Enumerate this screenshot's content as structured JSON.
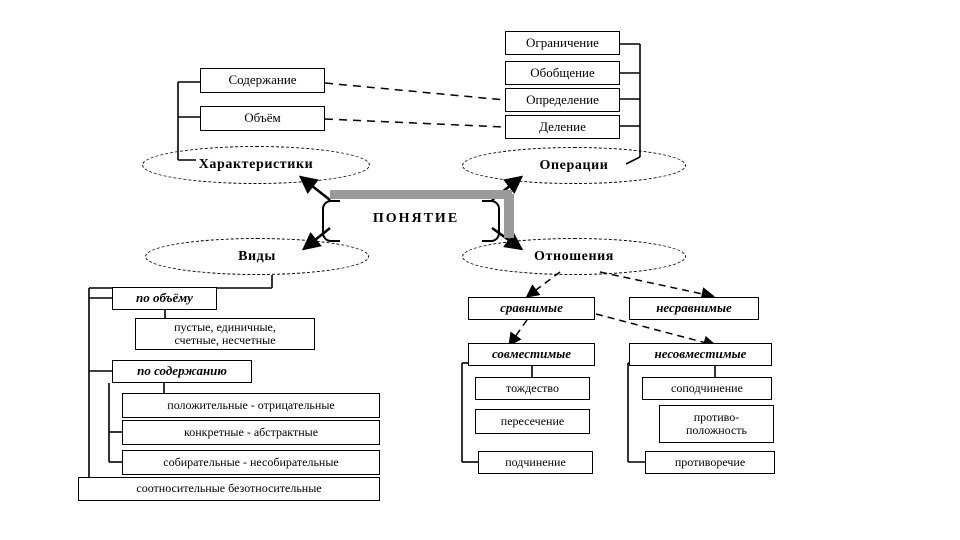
{
  "diagram": {
    "title": "ПОНЯТИЕ",
    "center": {
      "label": "ПОНЯТИЕ"
    },
    "attribute_boxes": [
      {
        "id": "soderzhanie",
        "label": "Содержание"
      },
      {
        "id": "obyom",
        "label": "Объём"
      }
    ],
    "operation_boxes": [
      {
        "id": "ogranichenie",
        "label": "Ограничение"
      },
      {
        "id": "obobshchenie",
        "label": "Обобщение"
      },
      {
        "id": "opredelenie",
        "label": "Определение"
      },
      {
        "id": "delenie",
        "label": "Деление"
      }
    ],
    "nodes": [
      {
        "id": "harakteristiki",
        "label": "Характеристики"
      },
      {
        "id": "operacii",
        "label": "Операции"
      },
      {
        "id": "vidy",
        "label": "Виды"
      },
      {
        "id": "otnosheniya",
        "label": "Отношения"
      }
    ],
    "vidy_branch": {
      "po_obyomu": {
        "label": "по объёму"
      },
      "po_obyomu_items": {
        "line1": "пустые,     единичные,",
        "line2": "счетные,   несчетные"
      },
      "po_soderzhaniyu": {
        "label": "по содержанию"
      },
      "po_soderzhaniyu_items": [
        {
          "label": "положительные - отрицательные"
        },
        {
          "label": "конкретные - абстрактные"
        },
        {
          "label": "собирательные - несобирательные"
        },
        {
          "label": "соотносительные  безотносительные"
        }
      ]
    },
    "otnosheniya_branch": {
      "sravnimye": {
        "label": "сравнимые"
      },
      "nesravnimye": {
        "label": "несравнимые"
      },
      "sovmestimye": {
        "label": "совместимые"
      },
      "nesovmestimye": {
        "label": "несовместимые"
      },
      "sovmestimye_items": [
        {
          "label": "тождество"
        },
        {
          "label": "пересечение"
        },
        {
          "label": "подчинение"
        }
      ],
      "nesovmestimye_items": [
        {
          "label": "соподчинение"
        },
        {
          "line1": "противо-",
          "line2": "положность"
        },
        {
          "label": "противоречие"
        }
      ]
    },
    "colors": {
      "line": "#000000",
      "shadow": "#9a9a9a",
      "background": "#ffffff"
    }
  }
}
